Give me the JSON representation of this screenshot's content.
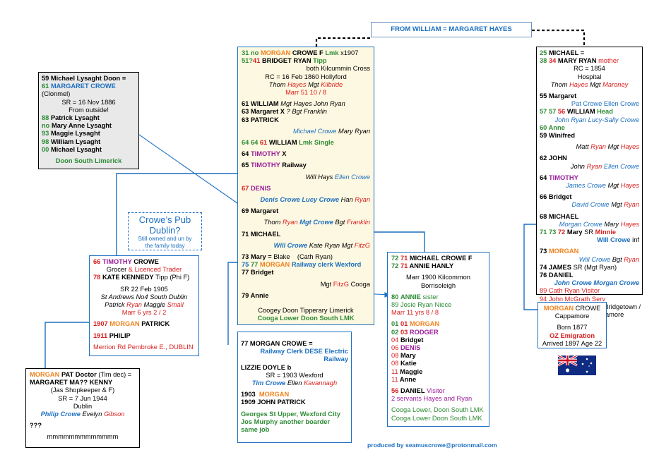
{
  "header": {
    "title": "FROM WILLIAM = MARGARET HAYES"
  },
  "lysaght": {
    "l1": "59 Michael Lysaght Doon =",
    "l2a": "61",
    "l2b": "MARGARET CROWE",
    "l3": "(Clonmel)",
    "l4": "SR = 16 Nov 1886",
    "l5": "From outside!",
    "kids": [
      {
        "y": "88",
        "n": "Patrick Lysaght"
      },
      {
        "y": "no",
        "n": "Mary Anne Lysaght"
      },
      {
        "y": "93",
        "n": "Maggie Lysaght"
      },
      {
        "y": "98",
        "n": "William Lysaght"
      },
      {
        "y": "00",
        "n": "Michael Lysaght"
      }
    ],
    "place": "Doon South Limerick"
  },
  "pub": {
    "title1": "Crowe’s Pub",
    "title2": "Dublin?",
    "note1": "Still owned and un by",
    "note2": "the family today"
  },
  "timothy": {
    "a1": "66",
    "a2": "TIMOTHY",
    "a3": "CROWE",
    "b1": "Grocer",
    "b2": "& Licenced Trader",
    "c1": "78",
    "c2": "KATE KENNEDY",
    "c3": "Tipp (Phi F)",
    "d": "SR 22 Feb 1905",
    "e": "St Andrews No4 South Dublin",
    "f1": "Patrick",
    "f2": "Ryan",
    "f3": "Maggie",
    "f4": "Small",
    "g": "Marr 6 yrs 2 / 2",
    "h1": "1907",
    "h2": "MORGAN",
    "h3": "PATRICK",
    "i1": "1911",
    "i2": "PHILIP",
    "j": "Merrion Rd Pembroke E., DUBLIN"
  },
  "doctor": {
    "a1": "MORGAN",
    "a2": "PAT Doctor",
    "a3": "(Tim dec) =",
    "b": "MARGARET MA?? KENNY",
    "c": "(Jas Shopkeeper & F)",
    "d": "SR = 7 Jun 1944",
    "e": "Dublin",
    "f1": "Philip Crowe",
    "f2": "Evelyn",
    "f3": "Gibson",
    "g": "???",
    "h": "mmmmmmmmmmmmm"
  },
  "main": {
    "a1": "31 no",
    "a2": "MORGAN",
    "a3": "CROWE F",
    "a4": "Lmk",
    "a5": "x1907",
    "b1": "51?",
    "b2": "41",
    "b3": "BRIDGET RYAN",
    "b4": "Tipp",
    "c": "both Kilcummin Cross",
    "d": "RC = 16 Feb 1860 Hollyford",
    "e1": "Thom",
    "e2": "Hayes",
    "e3": "Mgt",
    "e4": "Kilbride",
    "f": "Marr 51  10 / 8",
    "g1": "61 WILLIAM",
    "g2": "Mgt Hayes John Ryan",
    "h1": "63 Margaret X",
    "h2": "?  Bgt Franklin",
    "i": "63 PATRICK",
    "j1": "Michael Crowe",
    "j2": "Mary Ryan",
    "k1": "64",
    "k2": "64",
    "k3": "61",
    "k4": "WILLIAM",
    "k5": "Lmk Single",
    "l1": "64",
    "l2": "TIMOTHY",
    "l3": "X",
    "m1": "65",
    "m2": "TIMOTHY",
    "m3": "Railway",
    "n1": "Will Hays",
    "n2": "Ellen Crowe",
    "o1": "67",
    "o2": "DENIS",
    "p1": "Denis Crowe Lucy Crowe",
    "p2": "Han",
    "p3": "Ryan",
    "q": "69 Margaret",
    "r1": "Thom",
    "r2": "Ryan",
    "r3": "Mgt Crowe",
    "r4": "Bgt",
    "r5": "Franklin",
    "s": "71 MICHAEL",
    "t1": "Will Crowe",
    "t2": "Kate Ryan Mgt",
    "t3": "FitzG",
    "u1": "73 Mary =",
    "u2": "Blake",
    "u3": "(Cath Ryan)",
    "v1": "75",
    "v2": "77",
    "v3": "MORGAN",
    "v4": "Railway clerk Wexford",
    "w": "77 Bridget",
    "x1": "Mgt",
    "x2": "FitzG",
    "x3": "Cooga",
    "y": "79 Annie",
    "z1": "Coogey Doon Tipperary Limerick",
    "z2": "Cooga Lower Doon South LMK"
  },
  "wexford": {
    "a": "77 MORGAN CROWE =",
    "b": "Railway Clerk DESE Electric",
    "c": "Railway",
    "d": "LIZZIE DOYLE b",
    "e": "SR = 1903 Wexford",
    "f1": "Tim Crowe",
    "f2": "Ellen",
    "f3": "Kavannagh",
    "g1": "1903",
    "g2": "MORGAN",
    "h": "1909  JOHN PATRICK",
    "i": "Georges St Upper, Wexford City",
    "j": "Jos Murphy another boarder",
    "k": "same job"
  },
  "hanly": {
    "a1": "72",
    "a2": "71",
    "a3": "MICHAEL CROWE F",
    "b1": "72",
    "b2": "71",
    "b3": "ANNIE HANLY",
    "c": "Marr 1900 Kilcommon",
    "d": "Borrisoleigh",
    "e1": "80",
    "e2": "ANNIE",
    "e3": "sister",
    "f": "89   Josie Ryan Niece",
    "g": "Marr 11 yrs 8 / 8",
    "kids": [
      {
        "y": "01",
        "y2": "01",
        "n": "MORGAN",
        "c": "o"
      },
      {
        "y": "02",
        "y2": "03",
        "n": "RODGER",
        "c": "p"
      },
      {
        "y": "04",
        "y2": "",
        "n": "Bridget",
        "c": "k"
      },
      {
        "y": "06",
        "y2": "",
        "n": "DENIS",
        "c": "p"
      },
      {
        "y": "08",
        "y2": "",
        "n": "Mary",
        "c": "k"
      },
      {
        "y": "08",
        "y2": "",
        "n": "Katie",
        "c": "k"
      },
      {
        "y": "11",
        "y2": "",
        "n": "Maggie",
        "c": "k"
      },
      {
        "y": "11",
        "y2": "",
        "n": "Anne",
        "c": "k"
      }
    ],
    "h1": "56",
    "h2": "DANIEL",
    "h3": "Visitor",
    "i": "2 servants Hayes and Ryan",
    "j": "Cooga Lower, Doon South LMK",
    "k": "Cooga Lower Doon South LMK"
  },
  "right": {
    "a1": "25",
    "a2": "MICHAEL",
    "a3": "=",
    "b1": "38",
    "b2": "34",
    "b3": "MARY RYAN",
    "b4": "mother",
    "c": "RC =  1854",
    "d": "Hospital",
    "e1": "Thom",
    "e2": "Hayes",
    "e3": "Mgt",
    "e4": "Maroney",
    "f": "55 Margaret",
    "g": "Pat Crowe  Ellen Crowe",
    "h1": "57",
    "h2": "57",
    "h3": "56",
    "h4": "WILLIAM",
    "h5": "Head",
    "i": "John Ryan Lucy-Sally Crowe",
    "j": "60  Anne",
    "k": "59  Winifred",
    "l1": "Matt",
    "l2": "Ryan",
    "l3": "Mgt",
    "l4": "Hayes",
    "m": "62  JOHN",
    "n1": "John",
    "n2": "Ryan",
    "n3": "Ellen Crowe",
    "o1": "64",
    "o2": "TIMOTHY",
    "p1": "James Crowe",
    "p2": "Mgt",
    "p3": "Hayes",
    "q": "66  Bridget",
    "r1": "David Crowe",
    "r2": "Mgt",
    "r3": "Ryan",
    "s": "68  MICHAEL",
    "t1": "Morgan Crowe",
    "t2": "Mary",
    "t3": "Hayes",
    "u1": "71",
    "u2": "73",
    "u3": "72",
    "u4": "Mary",
    "u5": "SR",
    "u6": "Minnie",
    "v": "Will Crowe",
    "v2": "inf",
    "w1": "73",
    "w2": "MORGAN",
    "x1": "Will Crowe",
    "x2": "Bgt",
    "x3": "Ryan",
    "y1": "74  JAMES",
    "y2": "SR  (Mgt Ryan)",
    "z": "76  DANIEL",
    "aa": "John Crowe Morgan Crowe",
    "bb": "89 Cath Ryan Visitor",
    "cc": "94 John McGrath Serv",
    "dd": "St Munchin / Murroe / Bridgetown /",
    "ee": "Dromsally / Cappamore"
  },
  "australia": {
    "a1": "MORGAN",
    "a2": "CROWE",
    "b": "Cappamore",
    "c": "Born 1877",
    "d": "OZ Emigration",
    "e": "Arrived 1897 Age 22"
  },
  "footer": {
    "credit": "produced by seamuscrowe@protonmail.com"
  },
  "colors": {
    "box_border": "#1c6fc0",
    "main_fill": "#fdf8e1",
    "lysaght_fill": "#e9e9e9",
    "header_border": "#6c93c4"
  }
}
